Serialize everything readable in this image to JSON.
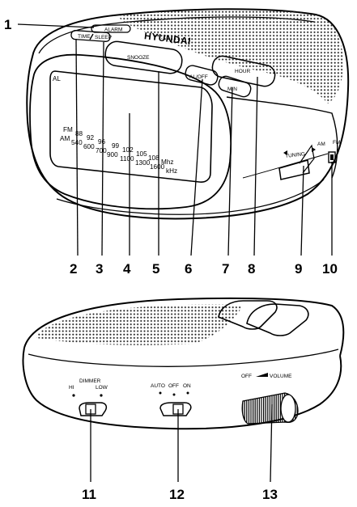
{
  "brand": "HYUNDAI",
  "top_view": {
    "button_labels": {
      "alarm": "ALARM",
      "time": "TIME",
      "sleep": "SLEEP",
      "snooze": "SNOOZE",
      "hour": "HOUR",
      "al_off": "AL/OFF",
      "min": "MIN",
      "tuning": "TUNING",
      "am": "AM",
      "fm": "FM"
    },
    "display": {
      "al_indicator": "AL",
      "fm_band": "FM",
      "fm_scale": [
        "88",
        "92",
        "96",
        "99",
        "102",
        "105",
        "108"
      ],
      "fm_unit": "Mhz",
      "am_band": "AM",
      "am_scale": [
        "540",
        "600",
        "700",
        "900",
        "1100",
        "1300",
        "1600"
      ],
      "am_unit": "kHz"
    },
    "callouts": [
      "1",
      "2",
      "3",
      "4",
      "5",
      "6",
      "7",
      "8",
      "9",
      "10"
    ]
  },
  "side_view": {
    "dimmer": {
      "title": "DIMMER",
      "hi": "HI",
      "low": "LOW"
    },
    "mode": {
      "auto": "AUTO",
      "off": "OFF",
      "on": "ON"
    },
    "volume": {
      "off": "OFF",
      "label": "VOLUME"
    },
    "callouts": [
      "11",
      "12",
      "13"
    ]
  }
}
